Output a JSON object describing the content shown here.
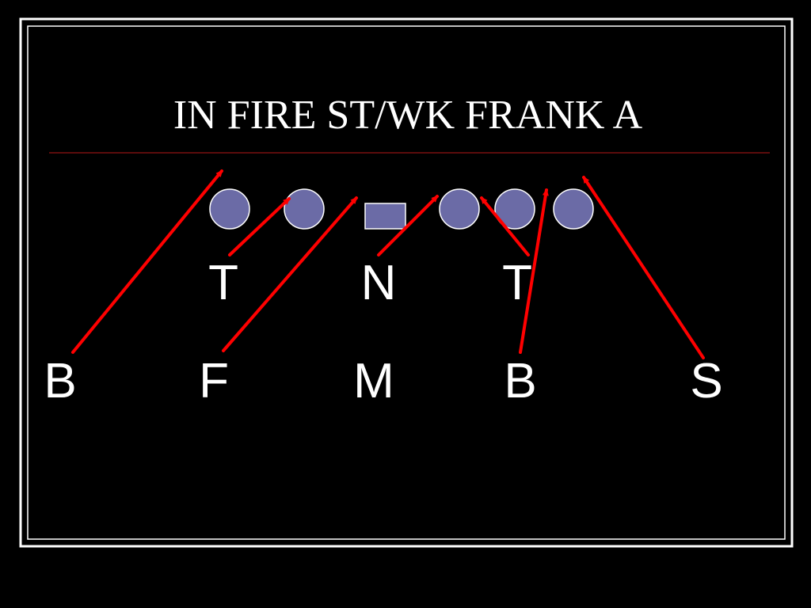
{
  "slide": {
    "title": "IN FIRE ST/WK FRANK A"
  },
  "colors": {
    "background": "#000000",
    "frame": "#ffffff",
    "title_rule": "#7a1010",
    "lineman_fill": "#6b6ba6",
    "lineman_stroke": "#ffffff",
    "arrow": "#ff0000",
    "label": "#ffffff"
  },
  "offense": {
    "linemen": [
      {
        "id": "lineman-1",
        "shape": "circle"
      },
      {
        "id": "lineman-2",
        "shape": "circle"
      },
      {
        "id": "center",
        "shape": "square"
      },
      {
        "id": "lineman-3",
        "shape": "circle"
      },
      {
        "id": "lineman-4",
        "shape": "circle"
      },
      {
        "id": "lineman-5",
        "shape": "circle"
      }
    ]
  },
  "defense": {
    "front": [
      {
        "id": "left-tackle",
        "label": "T"
      },
      {
        "id": "nose",
        "label": "N"
      },
      {
        "id": "right-tackle",
        "label": "T"
      }
    ],
    "second_level": [
      {
        "id": "left-backer",
        "label": "B"
      },
      {
        "id": "f-backer",
        "label": "F"
      },
      {
        "id": "mike",
        "label": "M"
      },
      {
        "id": "right-backer",
        "label": "B"
      },
      {
        "id": "safety",
        "label": "S"
      }
    ]
  }
}
